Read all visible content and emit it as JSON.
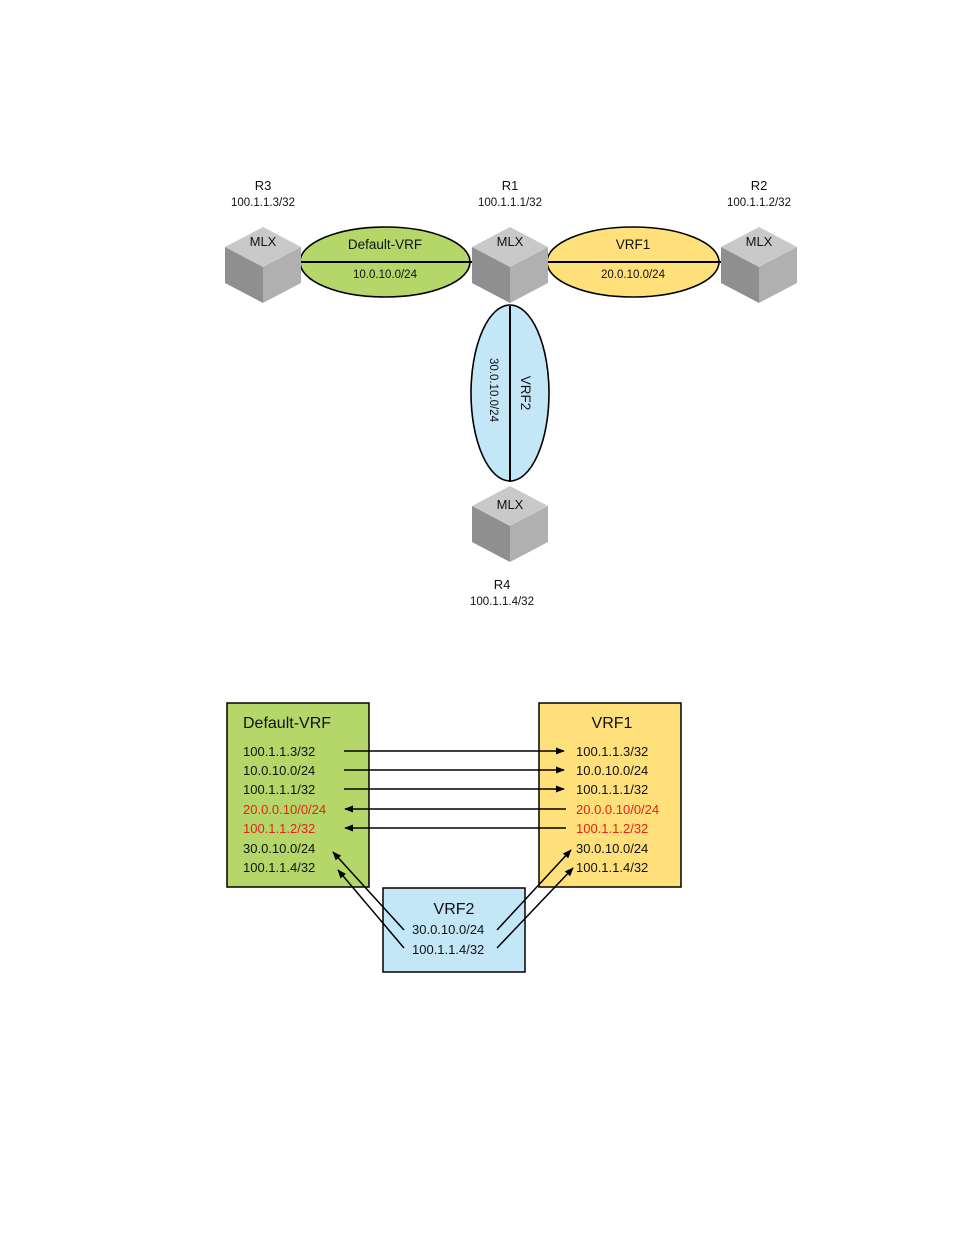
{
  "topology": {
    "routers": [
      {
        "name": "R3",
        "loopback": "100.1.1.3/32",
        "platform": "MLX"
      },
      {
        "name": "R1",
        "loopback": "100.1.1.1/32",
        "platform": "MLX"
      },
      {
        "name": "R2",
        "loopback": "100.1.1.2/32",
        "platform": "MLX"
      },
      {
        "name": "R4",
        "loopback": "100.1.1.4/32",
        "platform": "MLX"
      }
    ],
    "links": [
      {
        "vrf": "Default-VRF",
        "subnet": "10.0.10.0/24",
        "color": "#b5d769"
      },
      {
        "vrf": "VRF1",
        "subnet": "20.0.10.0/24",
        "color": "#ffe07a"
      },
      {
        "vrf": "VRF2",
        "subnet": "30.0.10.0/24",
        "color": "#c4e7f8"
      }
    ]
  },
  "route_leak": {
    "default_vrf": {
      "title": "Default-VRF",
      "color": "#b5d769",
      "routes": [
        "100.1.1.3/32",
        "10.0.10.0/24",
        "100.1.1.1/32",
        "20.0.0.10/0/24",
        "100.1.1.2/32",
        "30.0.10.0/24",
        "100.1.1.4/32"
      ]
    },
    "vrf1": {
      "title": "VRF1",
      "color": "#ffe07a",
      "routes": [
        "100.1.1.3/32",
        "10.0.10.0/24",
        "100.1.1.1/32",
        "20.0.0.10/0/24",
        "100.1.1.2/32",
        "30.0.10.0/24",
        "100.1.1.4/32"
      ]
    },
    "vrf2": {
      "title": "VRF2",
      "color": "#c4e7f8",
      "routes": [
        "30.0.10.0/24",
        "100.1.1.4/32"
      ]
    },
    "leaked_color": "#e2231a"
  }
}
